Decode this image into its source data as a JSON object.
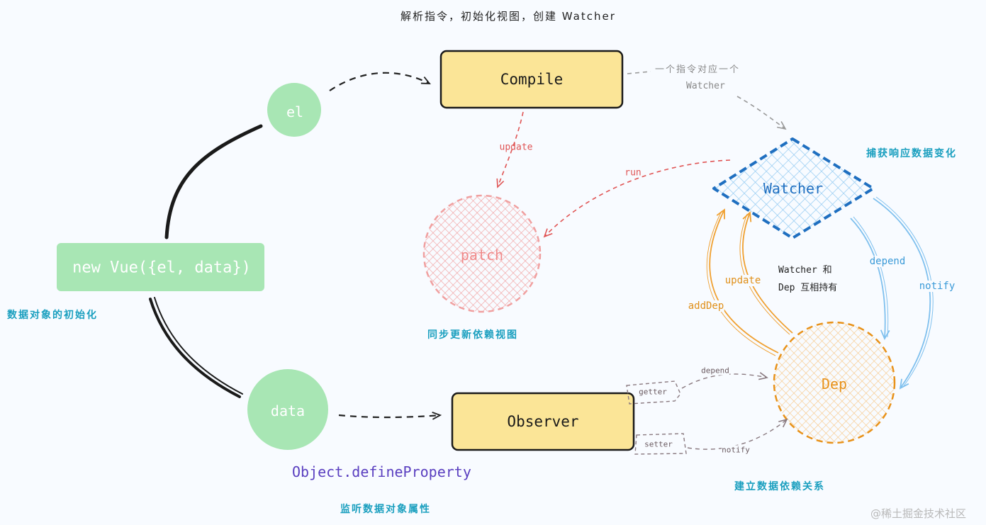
{
  "title": "解析指令，初始化视图，创建 Watcher",
  "nodes": {
    "new_vue": "new Vue({el, data})",
    "el": "el",
    "data": "data",
    "compile": "Compile",
    "observer": "Observer",
    "patch": "patch",
    "watcher": "Watcher",
    "dep": "Dep",
    "getter": "getter",
    "setter": "setter"
  },
  "edge_labels": {
    "update_compile": "update",
    "run": "run",
    "one_directive_line1": "一个指令对应一个",
    "one_directive_line2": "Watcher",
    "depend_watcher": "depend",
    "notify_watcher": "notify",
    "update_dep": "update",
    "add_dep": "addDep",
    "depend_getter": "depend",
    "notify_setter": "notify"
  },
  "annotations": {
    "init_data": "数据对象的初始化",
    "sync_update": "同步更新依赖视图",
    "capture_change": "捕获响应数据变化",
    "mutual_line1": "Watcher 和",
    "mutual_line2": "Dep 互相持有",
    "define_property": "Object.defineProperty",
    "listen_props": "监听数据对象属性",
    "build_dep": "建立数据依赖关系",
    "watermark": "@稀土掘金技术社区"
  },
  "colors": {
    "green": "#a8e6b4",
    "yellow": "#fbe597",
    "blue": "#1f6fc0",
    "light_blue": "#7fc0ee",
    "red": "#e05555",
    "orange": "#f0a030",
    "cyan": "#1a9fbf",
    "purple": "#5a3fc0"
  }
}
